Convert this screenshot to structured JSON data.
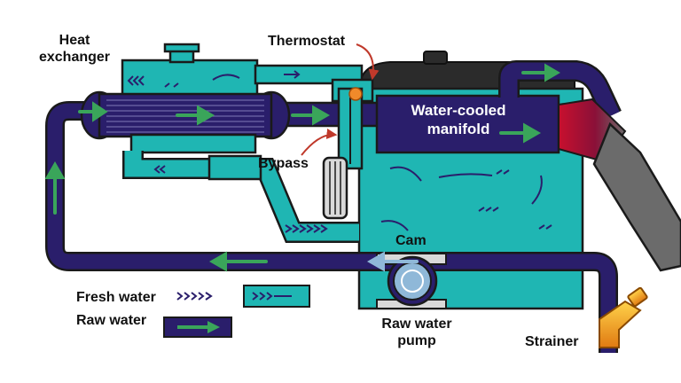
{
  "labels": {
    "heat_exchanger_line1": "Heat",
    "heat_exchanger_line2": "exchanger",
    "thermostat": "Thermostat",
    "bypass": "Bypass",
    "manifold_line1": "Water-cooled",
    "manifold_line2": "manifold",
    "cam": "Cam",
    "pump_line1": "Raw water",
    "pump_line2": "pump",
    "strainer": "Strainer"
  },
  "legend": {
    "fresh_water": "Fresh water",
    "raw_water": "Raw water"
  },
  "colors": {
    "raw_water_pipe": "#2a1e6b",
    "fresh_water_fill": "#1fb6b3",
    "outline": "#1a1a1a",
    "flow_arrow": "#3aa55a",
    "fresh_arrow": "#2a1e6b",
    "thermostat_valve": "#f08a2a",
    "exhaust_red": "#c8102e",
    "exhaust_gray": "#6b6b6b",
    "strainer_orange": "#f5a623",
    "callout_arrow": "#c0392b"
  }
}
